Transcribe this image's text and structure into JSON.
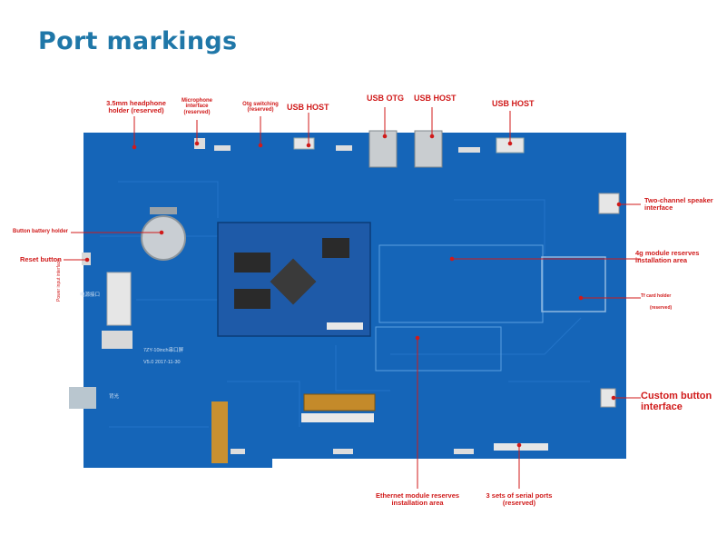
{
  "title": "Port markings",
  "labels": {
    "headphone": "3.5mm headphone holder (reserved)",
    "microphone": "Microphone interface (reserved)",
    "otg_switch": "Otg switching (reserved)",
    "usb_host_1": "USB HOST",
    "usb_otg": "USB OTG",
    "usb_host_2": "USB HOST",
    "usb_host_3": "USB HOST",
    "speaker": "Two-channel speaker interface",
    "battery": "Button battery holder",
    "reset": "Reset button",
    "module_4g": "4g module reserves installation area",
    "tf_card": "Tf card holder",
    "reserved_small": "(reserved)",
    "custom_button": "Custom button interface",
    "ethernet": "Ethernet module reserves installation area",
    "serial": "3 sets of serial ports (reserved)",
    "power_vertical": "Power input interface"
  },
  "board_text": {
    "silk_1": "7ZY-10inch串口屏",
    "silk_2": "V5.0 2017-11-30",
    "silk_3": "电源接口",
    "silk_4": "背光"
  },
  "colors": {
    "title": "#1f77a8",
    "label": "#d01a1a",
    "board": "#1565b8",
    "board_dark": "#0f4f96"
  }
}
